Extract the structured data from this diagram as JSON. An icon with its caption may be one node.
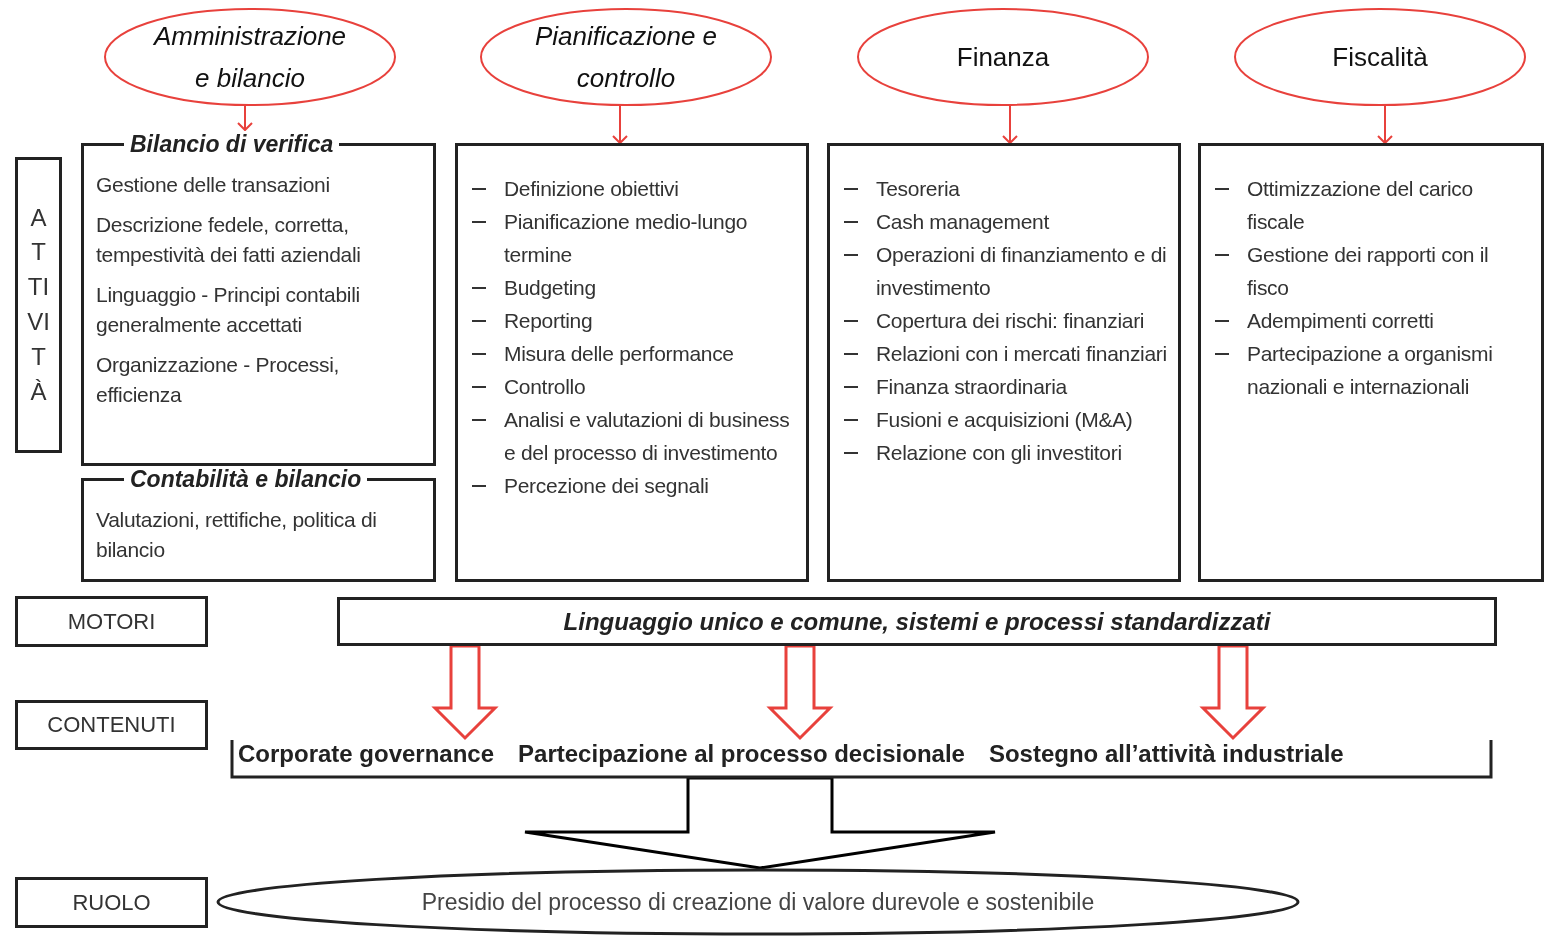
{
  "diagram": {
    "nodes": [
      {
        "text": [
          "Amministrazione e bilancio"
        ]
      },
      {
        "text": [
          "Pianificazione e controllo"
        ]
      },
      {
        "text": [
          "Finanza"
        ]
      },
      {
        "text": [
          "Fiscalità"
        ]
      },
      {
        "text": [
          "ATTIVITÀ"
        ]
      },
      {
        "text": [
          "Bilancio di verifica",
          "Gestione delle transazioni",
          "Descrizione fedele, corretta, tempestività dei fatti aziendali",
          "Linguaggio - Principi contabili generalmente accettati",
          "Organizzazione - Processi, efficienza"
        ]
      },
      {
        "text": [
          "Contabilità e bilancio",
          "Valutazioni, rettifiche, politica di bilancio"
        ]
      },
      {
        "text": [
          "Definizione obiettivi",
          "Pianificazione medio-lungo termine",
          "Budgeting",
          "Reporting",
          "Misura delle performance",
          "Controllo",
          "Analisi e valutazioni di business e del processo di investimento",
          "Percezione dei segnali"
        ]
      },
      {
        "text": [
          "Tesoreria",
          "Cash management",
          "Operazioni di finanziamento e di investimento",
          "Copertura dei rischi: finanziari",
          "Relazioni con i mercati finanziari",
          "Finanza straordinaria",
          "Fusioni e acquisizioni (M&A)",
          "Relazione con gli investitori"
        ]
      },
      {
        "text": [
          "Ottimizzazione del carico fiscale",
          "Gestione dei rapporti con il fisco",
          "Adempimenti corretti",
          "Partecipazione a organismi nazionali e internazionali"
        ]
      },
      {
        "text": [
          "MOTORI"
        ]
      },
      {
        "text": [
          "Linguaggio unico e comune, sistemi e processi standardizzati"
        ]
      },
      {
        "text": [
          "CONTENUTI"
        ]
      },
      {
        "text": [
          "Corporate governance",
          "Partecipazione al processo decisionale",
          "Sostegno all’attività industriale"
        ]
      },
      {
        "text": [
          "RUOLO"
        ]
      },
      {
        "text": [
          "Presidio del processo di creazione di valore durevole e sostenibile"
        ]
      }
    ],
    "edges": [
      {
        "from": 0,
        "to": 5,
        "arrow": "to"
      },
      {
        "from": 1,
        "to": 7,
        "arrow": "to"
      },
      {
        "from": 2,
        "to": 8,
        "arrow": "to"
      },
      {
        "from": 3,
        "to": 9,
        "arrow": "to"
      },
      {
        "from": 11,
        "to": 13,
        "arrow": "to",
        "style": "thick"
      },
      {
        "from": 11,
        "to": 13,
        "arrow": "to",
        "style": "thick"
      },
      {
        "from": 11,
        "to": 13,
        "arrow": "to",
        "style": "thick"
      },
      {
        "from": 13,
        "to": 15,
        "arrow": "to",
        "style": "thick",
        "color": "#000000"
      }
    ]
  }
}
